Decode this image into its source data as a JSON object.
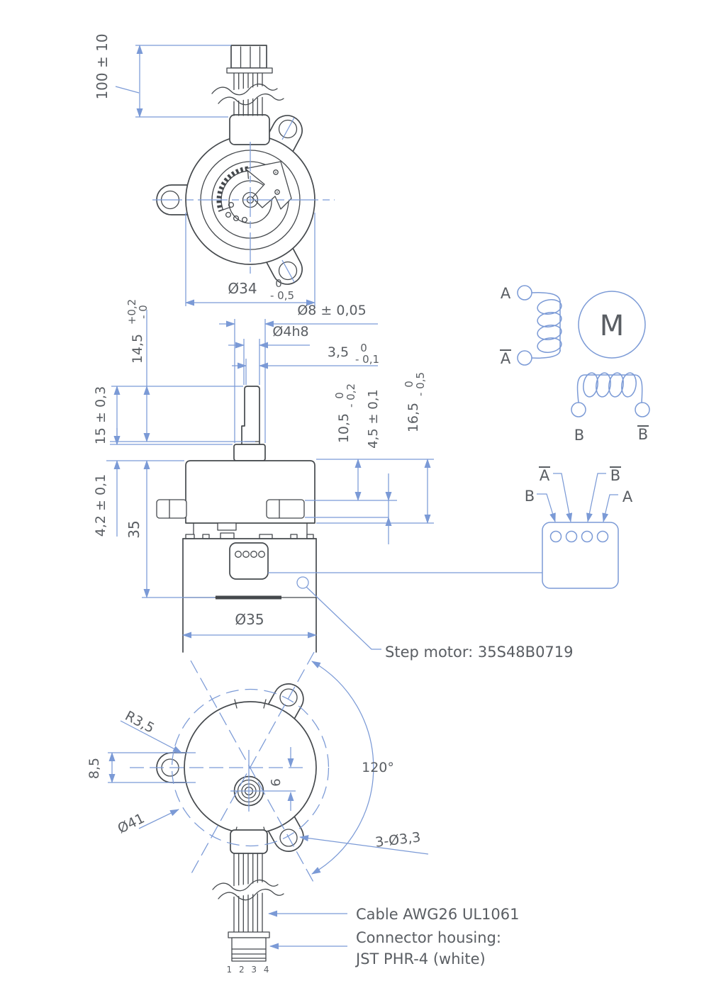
{
  "colors": {
    "line": "#45494d",
    "blue": "#7b9ad6",
    "text": "#5a5e63"
  },
  "annotations": {
    "step_motor": "Step motor: 35S48B0719",
    "cable": "Cable AWG26 UL1061",
    "connector_housing_line1": "Connector housing:",
    "connector_housing_line2": "JST PHR-4 (white)",
    "pin_numbers": "1 2 3 4"
  },
  "dimensions": {
    "cable_length": "100 ± 10",
    "gear_head_dia": "Ø34",
    "gear_head_dia_tol_upper": "0",
    "gear_head_dia_tol_lower": "- 0,5",
    "boss_dia": "Ø8 ± 0,05",
    "shaft_dia": "Ø4h8",
    "shaft_flat": "3,5",
    "shaft_flat_tol_upper": "0",
    "shaft_flat_tol_lower": "- 0,1",
    "flat_length": "14,5",
    "flat_length_tol_upper": "+0,2",
    "flat_length_tol_lower": "- 0",
    "shaft_length": "15 ± 0,3",
    "boss_height": "4,2 ± 0,1",
    "body_height": "35",
    "ear_top_offset": "10,5",
    "ear_top_offset_tol_upper": "0",
    "ear_top_offset_tol_lower": "- 0,2",
    "ear_thickness": "4,5 ± 0,1",
    "gear_head_height": "16,5",
    "gear_head_height_tol_upper": "0",
    "gear_head_height_tol_lower": "- 0,5",
    "motor_dia": "Ø35",
    "ear_radius": "R3,5",
    "ear_width": "8,5",
    "bolt_circle_dia": "Ø41",
    "shaft_offset": "6",
    "ear_angle": "120°",
    "mounting_holes": "3-Ø3,3"
  },
  "schematic": {
    "phase_a": "A",
    "phase_a_bar": "A",
    "phase_b": "B",
    "phase_b_bar": "B",
    "motor_symbol": "M",
    "pin1": "B",
    "pin2": "A",
    "pin3": "B",
    "pin4": "A"
  }
}
